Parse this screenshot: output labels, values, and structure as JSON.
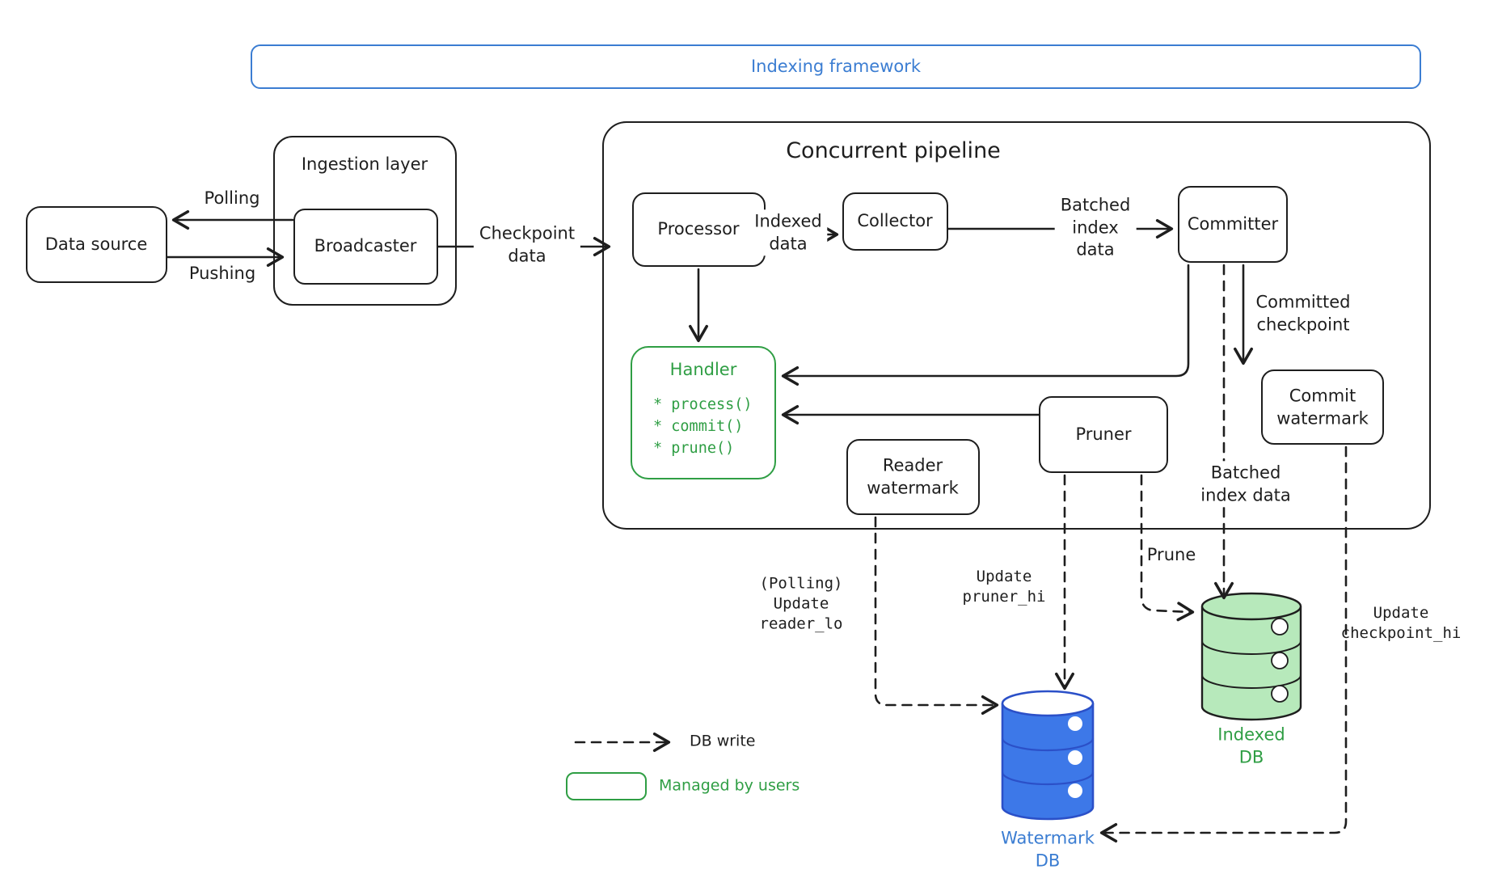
{
  "title": "Indexing framework",
  "colors": {
    "ink": "#1e1e1e",
    "accent_blue": "#3b7dd2",
    "db_blue_fill": "#3d78e8",
    "db_blue_stroke": "#2b50c8",
    "accent_green": "#2f9e44",
    "db_green_fill": "#b7e9bb"
  },
  "nodes": {
    "data_source": "Data source",
    "ingestion_layer": "Ingestion layer",
    "broadcaster": "Broadcaster",
    "pipeline": "Concurrent pipeline",
    "processor": "Processor",
    "collector": "Collector",
    "committer": "Committer",
    "handler": {
      "title": "Handler",
      "items": [
        "* process()",
        "* commit()",
        "* prune()"
      ]
    },
    "reader_watermark": "Reader\nwatermark",
    "pruner": "Pruner",
    "commit_watermark": "Commit\nwatermark"
  },
  "edges": {
    "polling": "Polling",
    "pushing": "Pushing",
    "checkpoint_data": "Checkpoint\ndata",
    "indexed_data": "Indexed\ndata",
    "batched_index_data_top": "Batched\nindex\ndata",
    "committed_checkpoint": "Committed\ncheckpoint",
    "batched_index_data_bottom": "Batched\nindex data",
    "prune": "Prune",
    "update_reader_lo": "(Polling)\nUpdate\nreader_lo",
    "update_pruner_hi": "Update\npruner_hi",
    "update_checkpoint_hi": "Update\ncheckpoint_hi"
  },
  "databases": {
    "watermark_db": "Watermark\nDB",
    "indexed_db": "Indexed\nDB"
  },
  "legend": {
    "db_write": "DB write",
    "managed_by_users": "Managed by users"
  }
}
